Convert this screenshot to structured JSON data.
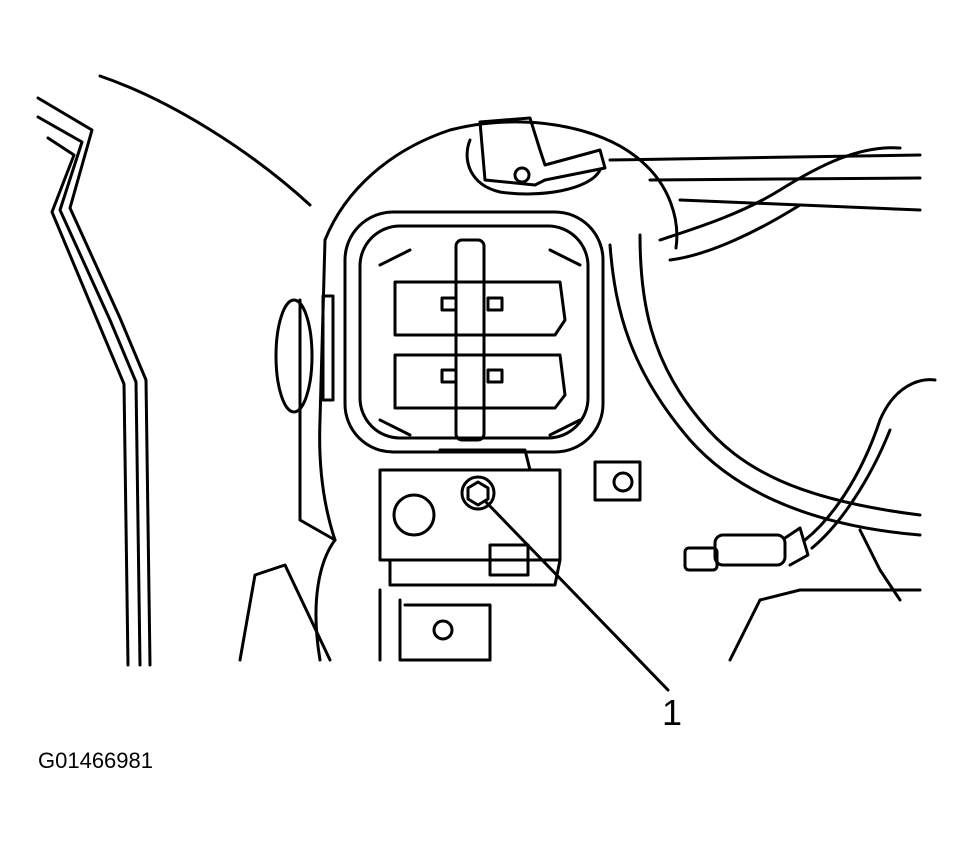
{
  "figure": {
    "id": "G01466981",
    "callouts": [
      {
        "label": "1",
        "target": "headlamp-mounting-bolt"
      }
    ]
  },
  "colors": {
    "ink": "#000000",
    "paper": "#ffffff"
  }
}
